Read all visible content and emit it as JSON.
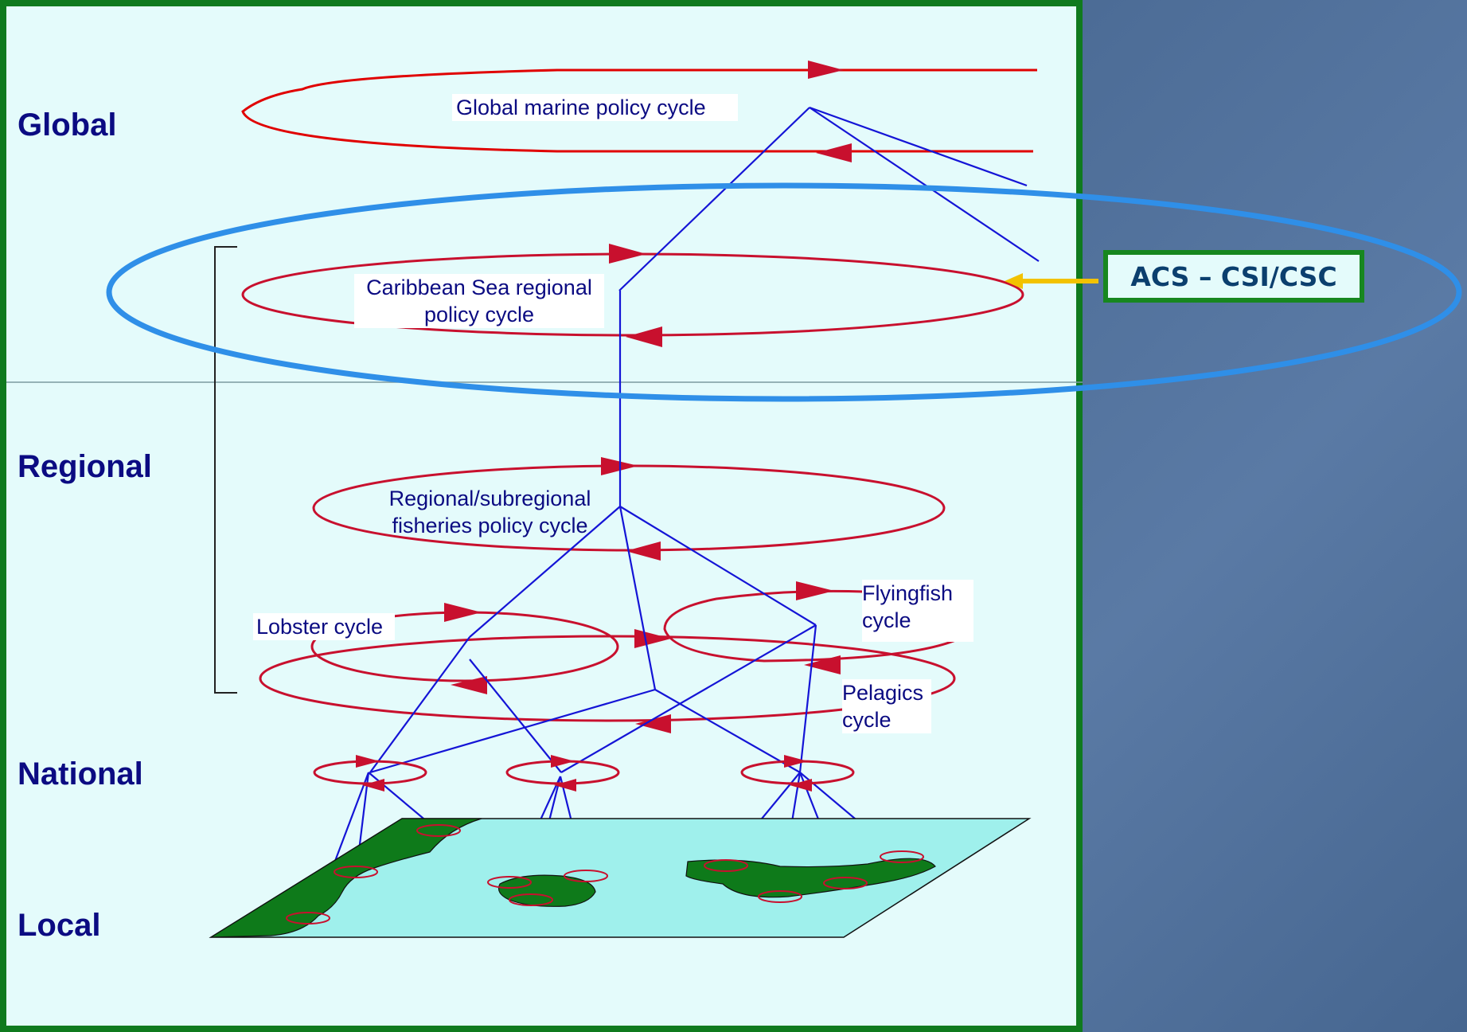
{
  "levels": {
    "global": "Global",
    "regional": "Regional",
    "national": "National",
    "local": "Local"
  },
  "cycles": {
    "global_marine": "Global marine policy cycle",
    "caribbean_line1": "Caribbean Sea regional",
    "caribbean_line2": "policy cycle",
    "fisheries_line1": "Regional/subregional",
    "fisheries_line2": "fisheries policy cycle",
    "lobster": "Lobster cycle",
    "flyingfish_line1": "Flyingfish",
    "flyingfish_line2": "cycle",
    "pelagics_line1": "Pelagics",
    "pelagics_line2": "cycle"
  },
  "callout": "ACS – CSI/CSC",
  "colors": {
    "panel_border": "#0f7a1e",
    "cycle_red": "#c8102e",
    "link_blue": "#1414d6",
    "highlight_ring": "#2f8fe8",
    "callout_arrow": "#f2c200",
    "land_green": "#0e7a1a"
  }
}
